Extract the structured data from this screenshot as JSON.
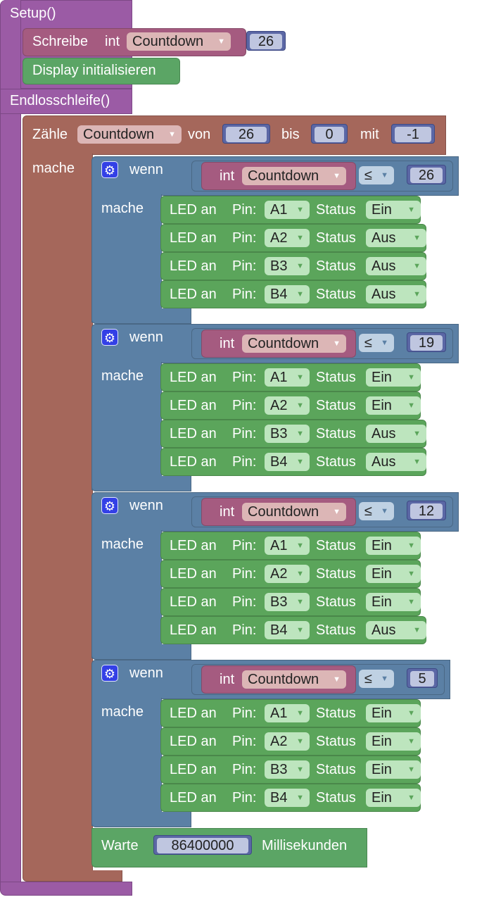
{
  "setup": {
    "title": "Setup()"
  },
  "write": {
    "label": "Schreibe",
    "type": "int",
    "var": "Countdown",
    "value": "26"
  },
  "display_init": {
    "label": "Display initialisieren"
  },
  "loop": {
    "title": "Endlosschleife()"
  },
  "for": {
    "label": "Zähle",
    "var": "Countdown",
    "von": "von",
    "from": "26",
    "bis": "bis",
    "to": "0",
    "mit": "mit",
    "step": "-1",
    "mache": "mache"
  },
  "ifs": [
    {
      "wenn": "wenn",
      "int": "int",
      "var": "Countdown",
      "op": "≤",
      "value": "26",
      "mache": "mache",
      "leds": [
        {
          "pin": "A1",
          "status": "Ein"
        },
        {
          "pin": "A2",
          "status": "Aus"
        },
        {
          "pin": "B3",
          "status": "Aus"
        },
        {
          "pin": "B4",
          "status": "Aus"
        }
      ]
    },
    {
      "wenn": "wenn",
      "int": "int",
      "var": "Countdown",
      "op": "≤",
      "value": "19",
      "mache": "mache",
      "leds": [
        {
          "pin": "A1",
          "status": "Ein"
        },
        {
          "pin": "A2",
          "status": "Ein"
        },
        {
          "pin": "B3",
          "status": "Aus"
        },
        {
          "pin": "B4",
          "status": "Aus"
        }
      ]
    },
    {
      "wenn": "wenn",
      "int": "int",
      "var": "Countdown",
      "op": "≤",
      "value": "12",
      "mache": "mache",
      "leds": [
        {
          "pin": "A1",
          "status": "Ein"
        },
        {
          "pin": "A2",
          "status": "Ein"
        },
        {
          "pin": "B3",
          "status": "Ein"
        },
        {
          "pin": "B4",
          "status": "Aus"
        }
      ]
    },
    {
      "wenn": "wenn",
      "int": "int",
      "var": "Countdown",
      "op": "≤",
      "value": "5",
      "mache": "mache",
      "leds": [
        {
          "pin": "A1",
          "status": "Ein"
        },
        {
          "pin": "A2",
          "status": "Ein"
        },
        {
          "pin": "B3",
          "status": "Ein"
        },
        {
          "pin": "B4",
          "status": "Ein"
        }
      ]
    }
  ],
  "led_labels": {
    "led_an": "LED an",
    "pin": "Pin:",
    "status": "Status"
  },
  "wait": {
    "label": "Warte",
    "value": "86400000",
    "unit": "Millisekunden"
  },
  "colors": {
    "function": "#9b5ba5",
    "loop": "#a5675b",
    "logic": "#5b80a5",
    "action": "#5ba55b",
    "variable": "#a55b80",
    "number": "#5b67a5"
  }
}
